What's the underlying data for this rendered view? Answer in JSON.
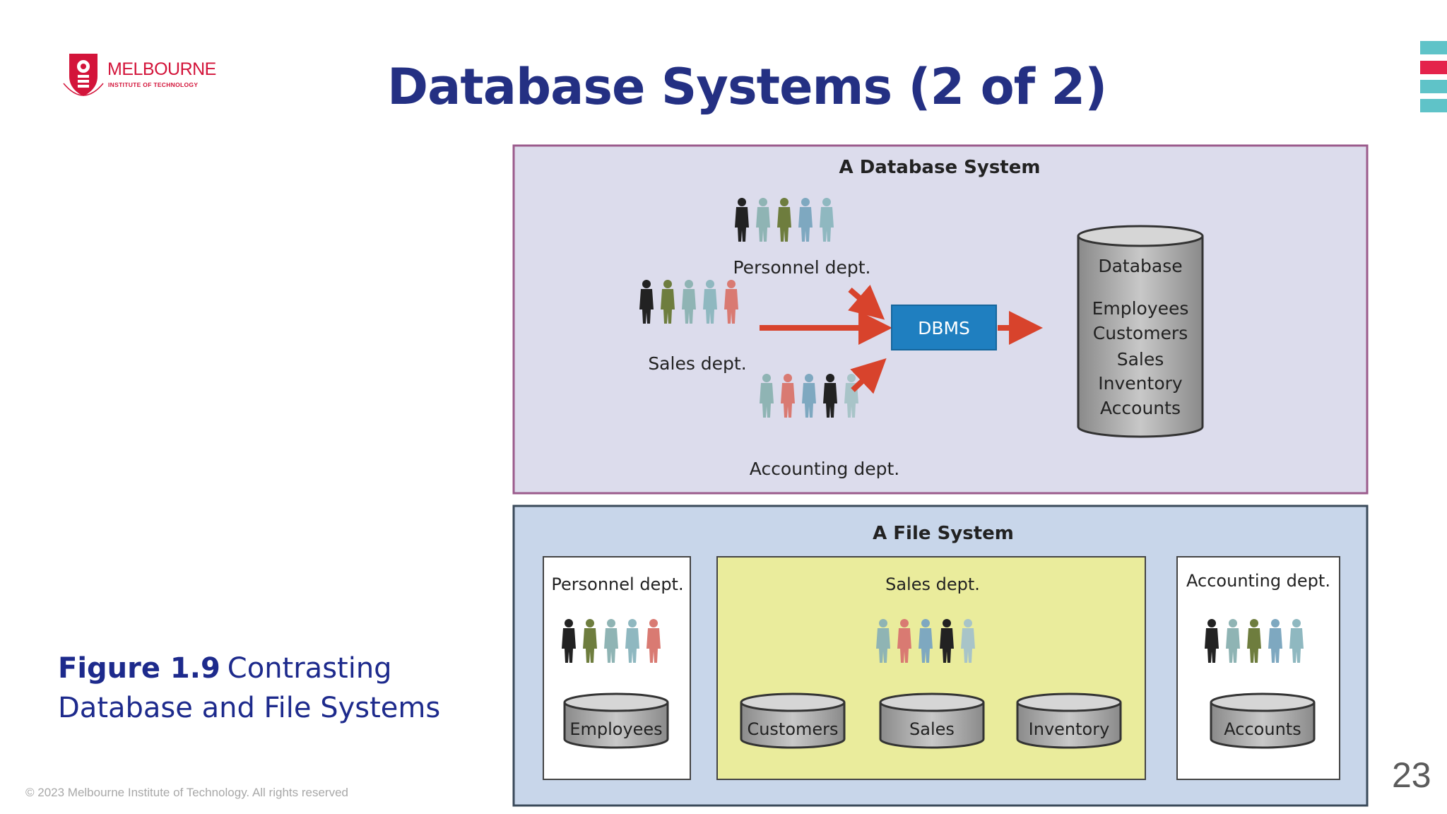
{
  "logo": {
    "name": "MELBOURNE",
    "subtitle": "INSTITUTE OF TECHNOLOGY"
  },
  "slide": {
    "title": "Database Systems (2 of 2)",
    "caption_label": "Figure 1.9",
    "caption_text": "Contrasting Database and File Systems",
    "copyright": "© 2023 Melbourne Institute of Technology. All rights reserved",
    "page_number": "23"
  },
  "colors": {
    "title": "#243083",
    "brand_red": "#d3143a",
    "teal": "#5fc3c8",
    "db_panel_bg": "#dcdcec",
    "file_panel_bg": "#c8d6ea",
    "sales_bg": "#eaec9c",
    "dbms_box": "#1f7fc0",
    "arrow": "#d8432c"
  },
  "diagram": {
    "db_system": {
      "title": "A Database System",
      "personnel_label": "Personnel dept.",
      "sales_label": "Sales dept.",
      "accounting_label": "Accounting dept.",
      "dbms_label": "DBMS",
      "database_title": "Database",
      "database_items": [
        "Employees",
        "Customers",
        "Sales",
        "Inventory",
        "Accounts"
      ]
    },
    "file_system": {
      "title": "A File System",
      "personnel_label": "Personnel dept.",
      "sales_label": "Sales dept.",
      "accounting_label": "Accounting dept.",
      "files": {
        "employees": "Employees",
        "customers": "Customers",
        "sales": "Sales",
        "inventory": "Inventory",
        "accounts": "Accounts"
      }
    }
  }
}
